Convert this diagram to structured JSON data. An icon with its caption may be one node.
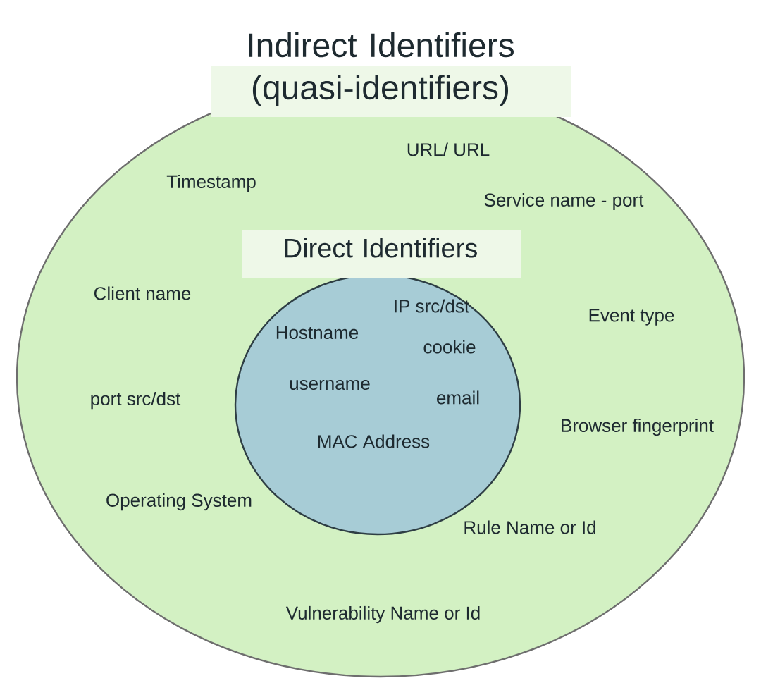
{
  "diagram": {
    "nodes": [
      {
        "text": [
          "Indirect Identifiers (quasi-identifiers)",
          "URL/ URL",
          "Timestamp",
          "Service name - port",
          "Client name",
          "Event type",
          "port src/dst",
          "Browser fingerprint",
          "Operating System",
          "Rule Name or Id",
          "Vulnerability Name or Id"
        ]
      },
      {
        "text": [
          "Direct Identifiers",
          "IP src/dst",
          "Hostname",
          "cookie",
          "username",
          "email",
          "MAC Address"
        ],
        "in": 0
      }
    ]
  }
}
